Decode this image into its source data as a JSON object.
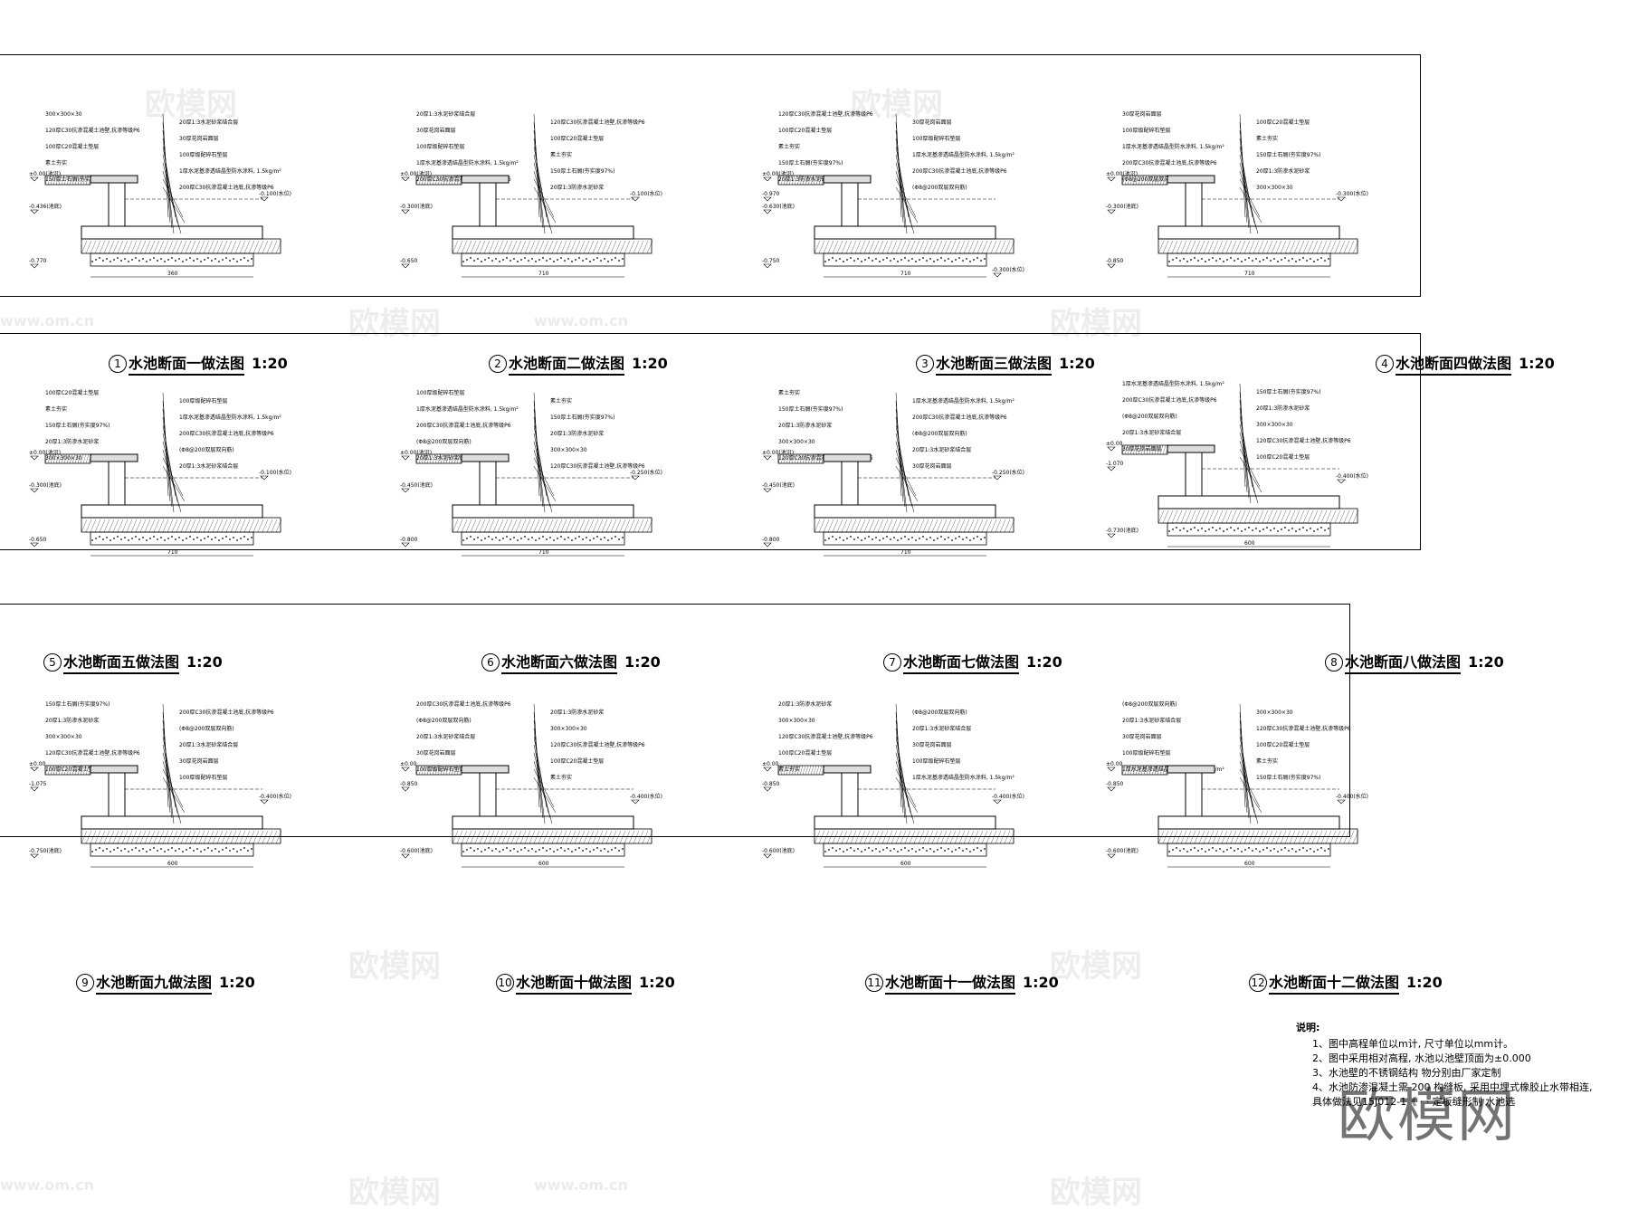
{
  "details": [
    {
      "num": "1",
      "title": "水池断面一做法图",
      "scale": "1:20",
      "dims": [
        "360"
      ],
      "elevs": [
        "±0.00(池沿)",
        "-0.436(池底)",
        "-0.770",
        "-0.100(水位)"
      ]
    },
    {
      "num": "2",
      "title": "水池断面二做法图",
      "scale": "1:20",
      "dims": [
        "710"
      ],
      "elevs": [
        "±0.00(池沿)",
        "-0.300(池底)",
        "-0.650",
        "-0.100(水位)"
      ]
    },
    {
      "num": "3",
      "title": "水池断面三做法图",
      "scale": "1:20",
      "dims": [
        "710"
      ],
      "elevs": [
        "±0.00(池沿)",
        "-0.630(池底)",
        "-0.750",
        "-0.970",
        "-0.300(水位)"
      ]
    },
    {
      "num": "4",
      "title": "水池断面四做法图",
      "scale": "1:20",
      "dims": [
        "710"
      ],
      "elevs": [
        "±0.00(池沿)",
        "-0.300(池底)",
        "-0.850",
        "-0.300(水位)"
      ]
    },
    {
      "num": "5",
      "title": "水池断面五做法图",
      "scale": "1:20",
      "dims": [
        "710"
      ],
      "elevs": [
        "±0.00(池沿)",
        "-0.300(池底)",
        "-0.650",
        "-0.100(水位)"
      ]
    },
    {
      "num": "6",
      "title": "水池断面六做法图",
      "scale": "1:20",
      "dims": [
        "710"
      ],
      "elevs": [
        "±0.00(池沿)",
        "-0.450(池底)",
        "-0.800",
        "-0.250(水位)"
      ]
    },
    {
      "num": "7",
      "title": "水池断面七做法图",
      "scale": "1:20",
      "dims": [
        "710"
      ],
      "elevs": [
        "±0.00(池沿)",
        "-0.450(池底)",
        "-0.800",
        "-0.250(水位)"
      ]
    },
    {
      "num": "8",
      "title": "水池断面八做法图",
      "scale": "1:20",
      "dims": [
        "600"
      ],
      "elevs": [
        "±0.00",
        "-0.400(水位)",
        "-0.730(池底)",
        "-1.070"
      ]
    },
    {
      "num": "9",
      "title": "水池断面九做法图",
      "scale": "1:20",
      "dims": [
        "600"
      ],
      "elevs": [
        "±0.00",
        "-0.400(水位)",
        "-0.750(池底)",
        "-1.075"
      ]
    },
    {
      "num": "10",
      "title": "水池断面十做法图",
      "scale": "1:20",
      "dims": [
        "600"
      ],
      "elevs": [
        "±0.00",
        "-0.400(水位)",
        "-0.600(池底)",
        "-0.850"
      ]
    },
    {
      "num": "11",
      "title": "水池断面十一做法图",
      "scale": "1:20",
      "dims": [
        "600"
      ],
      "elevs": [
        "±0.00",
        "-0.400(水位)",
        "-0.600(池底)",
        "-0.850"
      ]
    },
    {
      "num": "12",
      "title": "水池断面十二做法图",
      "scale": "1:20",
      "dims": [
        "600"
      ],
      "elevs": [
        "±0.00",
        "-0.400(水位)",
        "-0.600(池底)",
        "-0.850"
      ]
    }
  ],
  "layer_labels": {
    "a": "300×300×30 ",
    "b": "20厚1:3水泥砂浆结合层",
    "c": "120厚C30抗渗混凝土池壁,抗渗等级P6",
    "d": "30厚花岗岩面层",
    "e": "100厚C20混凝土垫层",
    "f": "100厚级配碎石垫层",
    "g": "素土夯实",
    "h": "1厚水泥基渗透结晶型防水涂料, 1.5kg/m²",
    "i": "150厚土石屑(夯实度97%)",
    "j": "200厚C30抗渗混凝土池底,抗渗等级P6",
    "k": "20厚1:3防渗水泥砂浆",
    "l": "(Φ8@200双层双向筋)"
  },
  "notes": {
    "heading": "说明:",
    "lines": [
      "1、图中高程单位以m计, 尺寸单位以mm计。",
      "2、图中采用相对高程, 水池以池壁顶面为±0.000",
      "3、水池壁的不锈钢结构  物分别由厂家定制",
      "4、水池防渗混凝土需  200  构缝板,  采用中埋式橡胶止水带相连,",
      "   具体做法见15J012-1《  ·  ·  定板缝形制  水池选"
    ]
  },
  "watermarks": {
    "site": "欧模网",
    "url": "www.om.cn",
    "big": "欧模网"
  }
}
